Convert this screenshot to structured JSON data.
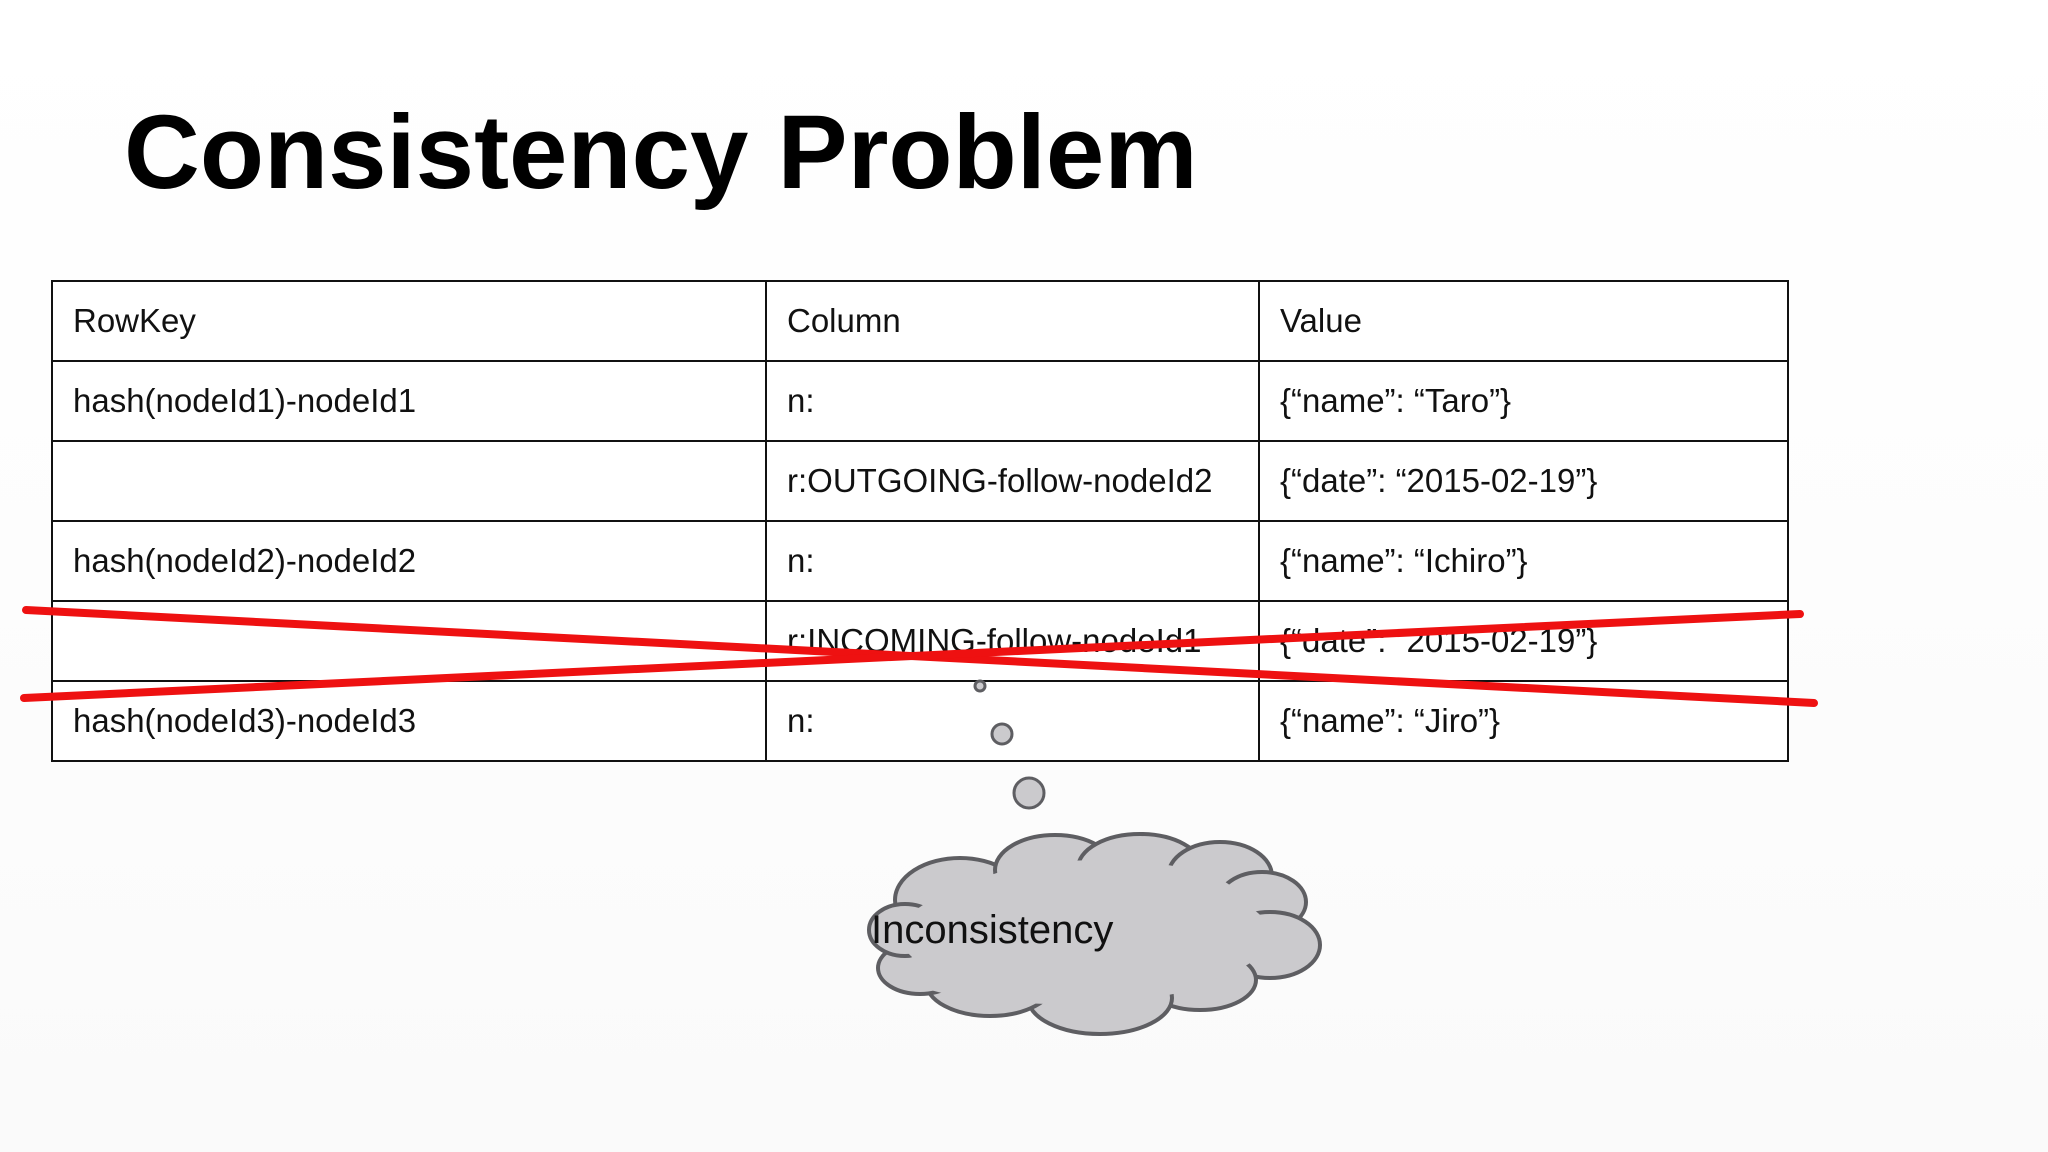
{
  "slide": {
    "title": "Consistency Problem"
  },
  "table": {
    "headers": [
      "RowKey",
      "Column",
      "Value"
    ],
    "rows": [
      [
        "hash(nodeId1)-nodeId1",
        "n:",
        "{“name”: “Taro”}"
      ],
      [
        "",
        "r:OUTGOING-follow-nodeId2",
        "{“date”: “2015-02-19”}"
      ],
      [
        "hash(nodeId2)-nodeId2",
        "n:",
        "{“name”: “Ichiro”}"
      ],
      [
        "",
        "r:INCOMING-follow-nodeId1",
        "{“date”: “2015-02-19”}"
      ],
      [
        "hash(nodeId3)-nodeId3",
        "n:",
        "{“name”: “Jiro”}"
      ]
    ],
    "crossed_out_row": 4
  },
  "callout": {
    "text": "Inconsistency"
  },
  "colors": {
    "strike": "#ee1111",
    "cloud_fill": "#cbcacd",
    "cloud_stroke": "#5e5e62",
    "text": "#111111",
    "background": "#fdfdfd"
  },
  "icons": {
    "strike": "red-x-strikethrough",
    "callout": "thought-cloud"
  }
}
